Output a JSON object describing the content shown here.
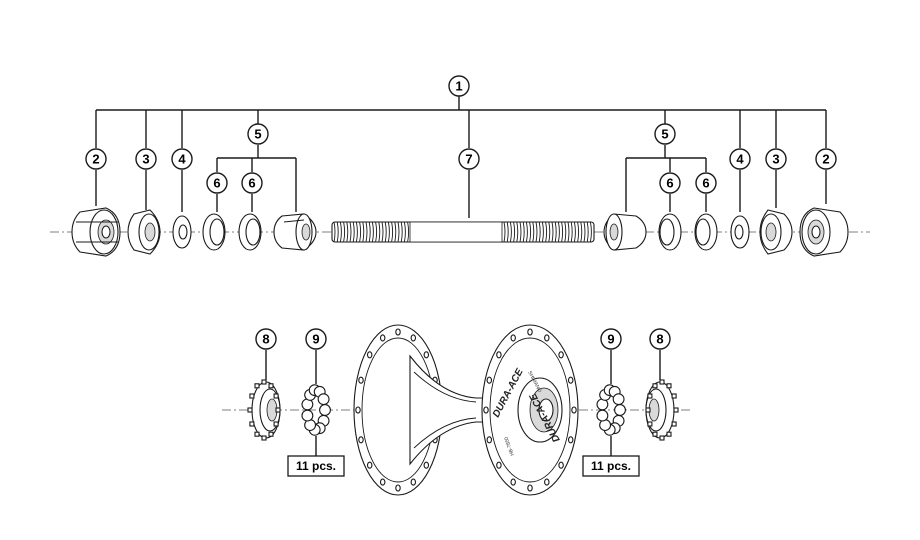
{
  "callouts": {
    "c1": "1",
    "c2": "2",
    "c3": "3",
    "c4": "4",
    "c5": "5",
    "c6": "6",
    "c7": "7",
    "c8": "8",
    "c9": "9"
  },
  "quantity_label": "11 pcs.",
  "hub_brand_text": "DURA-ACE",
  "hub_model_text": "HB-7850",
  "hub_small_text": "SHIMANO"
}
